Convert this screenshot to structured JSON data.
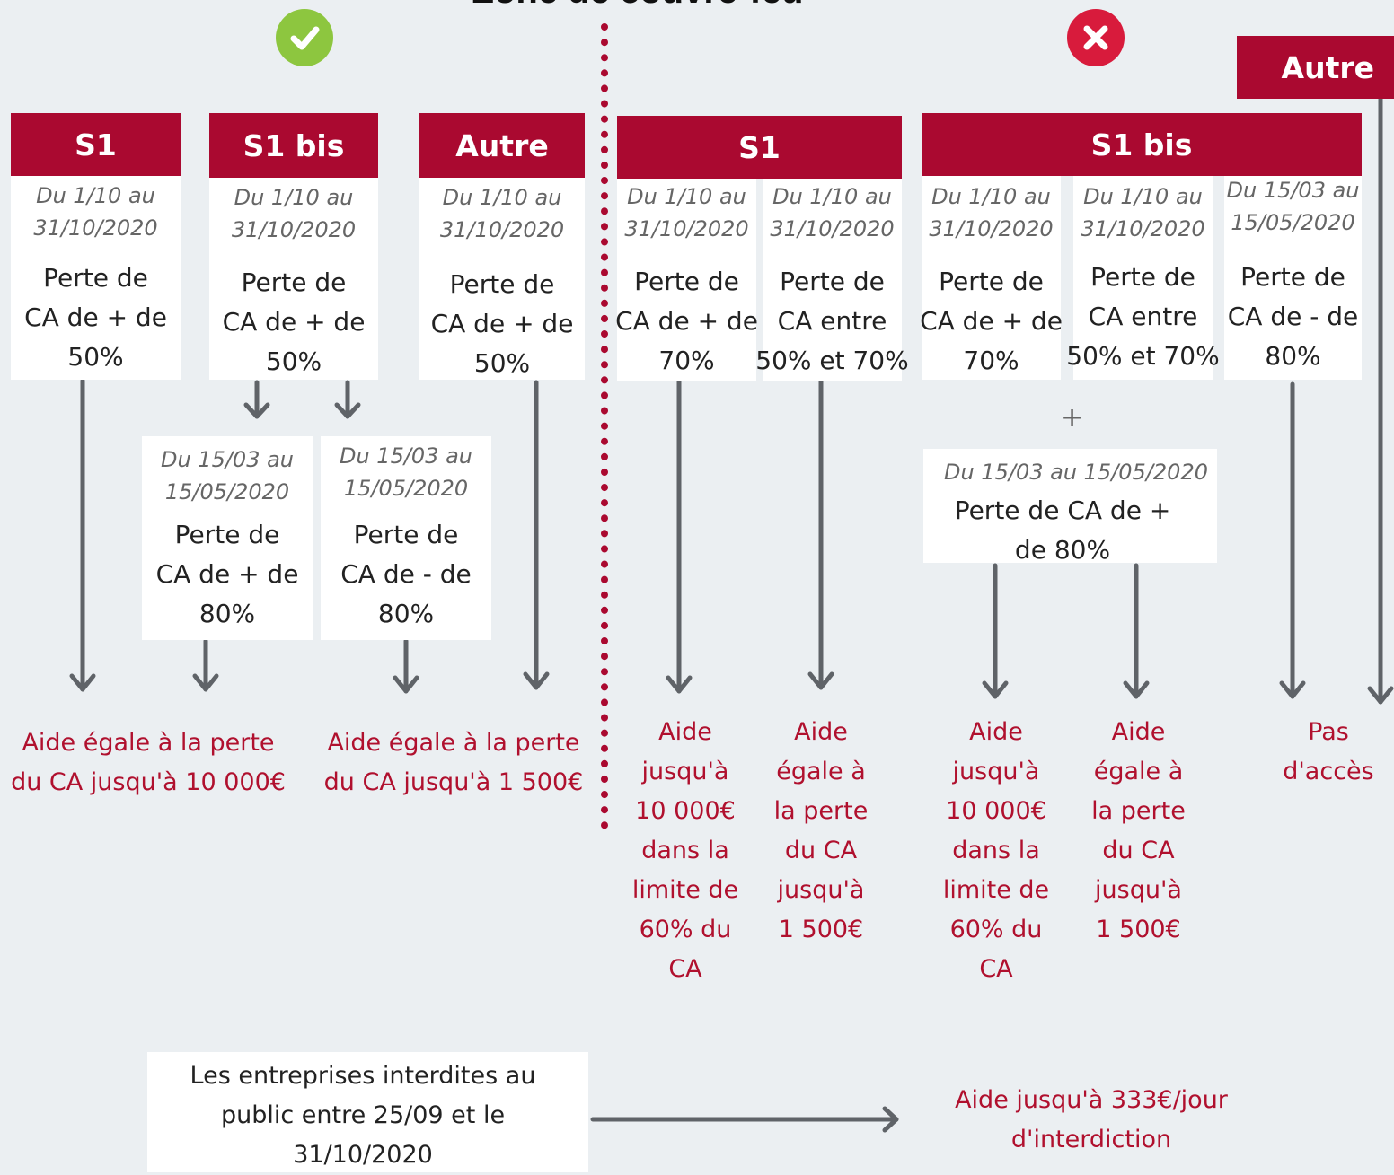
{
  "title": "Zone de couvre-feu",
  "icons": {
    "allowed": "check-circle-icon",
    "denied": "x-circle-icon",
    "allowed_color": "#8dc63f",
    "denied_color": "#d81b3c"
  },
  "colors": {
    "header": "#aa0930",
    "result_text": "#b0102e",
    "arrow": "#5f6368",
    "divider": "#aa0930",
    "background": "#ebeff2"
  },
  "left": {
    "s1": {
      "header": "S1",
      "date": "Du 1/10 au\n31/10/2020",
      "condition": "Perte de\nCA de + de\n50%"
    },
    "s1bis": {
      "header": "S1 bis",
      "date": "Du 1/10 au\n31/10/2020",
      "condition": "Perte de\nCA de + de\n50%",
      "sub_a": {
        "date": "Du 15/03 au\n15/05/2020",
        "condition": "Perte de\nCA de + de\n80%"
      },
      "sub_b": {
        "date": "Du 15/03 au\n15/05/2020",
        "condition": "Perte de\nCA de - de\n80%"
      }
    },
    "autre": {
      "header": "Autre",
      "date": "Du 1/10 au\n31/10/2020",
      "condition": "Perte de\nCA de + de\n50%"
    },
    "result_a": "Aide égale à la perte\ndu CA jusqu'à 10 000€",
    "result_b": "Aide égale à la perte\ndu CA jusqu'à 1 500€"
  },
  "right": {
    "s1": {
      "header": "S1",
      "col_a": {
        "date": "Du 1/10 au\n31/10/2020",
        "condition": "Perte de\nCA de + de\n70%",
        "result": "Aide\njusqu'à\n10 000€\ndans la\nlimite de\n60% du\nCA"
      },
      "col_b": {
        "date": "Du 1/10 au\n31/10/2020",
        "condition": "Perte de\nCA entre\n50% et 70%",
        "result": "Aide\négale à\nla perte\ndu CA\njusqu'à\n1 500€"
      }
    },
    "s1bis": {
      "header": "S1 bis",
      "col_a": {
        "date": "Du 1/10 au\n31/10/2020",
        "condition": "Perte de\nCA de + de\n70%"
      },
      "col_b": {
        "date": "Du 1/10 au\n31/10/2020",
        "condition": "Perte de\nCA entre\n50% et 70%"
      },
      "col_c": {
        "date": "Du 15/03 au\n15/05/2020",
        "condition": "Perte de\nCA de - de\n80%"
      },
      "plus": "+",
      "sub": {
        "date": "Du 15/03 au 15/05/2020",
        "condition": "Perte de CA de +\nde 80%"
      },
      "result_a": "Aide\njusqu'à\n10 000€\ndans la\nlimite de\n60% du\nCA",
      "result_b": "Aide\négale à\nla perte\ndu CA\njusqu'à\n1 500€"
    },
    "autre": {
      "header": "Autre"
    },
    "no_access": "Pas\nd'accès"
  },
  "bottom": {
    "box": "Les entreprises interdites au\npublic entre 25/09 et le\n31/10/2020",
    "result": "Aide jusqu'à 333€/jour\nd'interdiction"
  }
}
